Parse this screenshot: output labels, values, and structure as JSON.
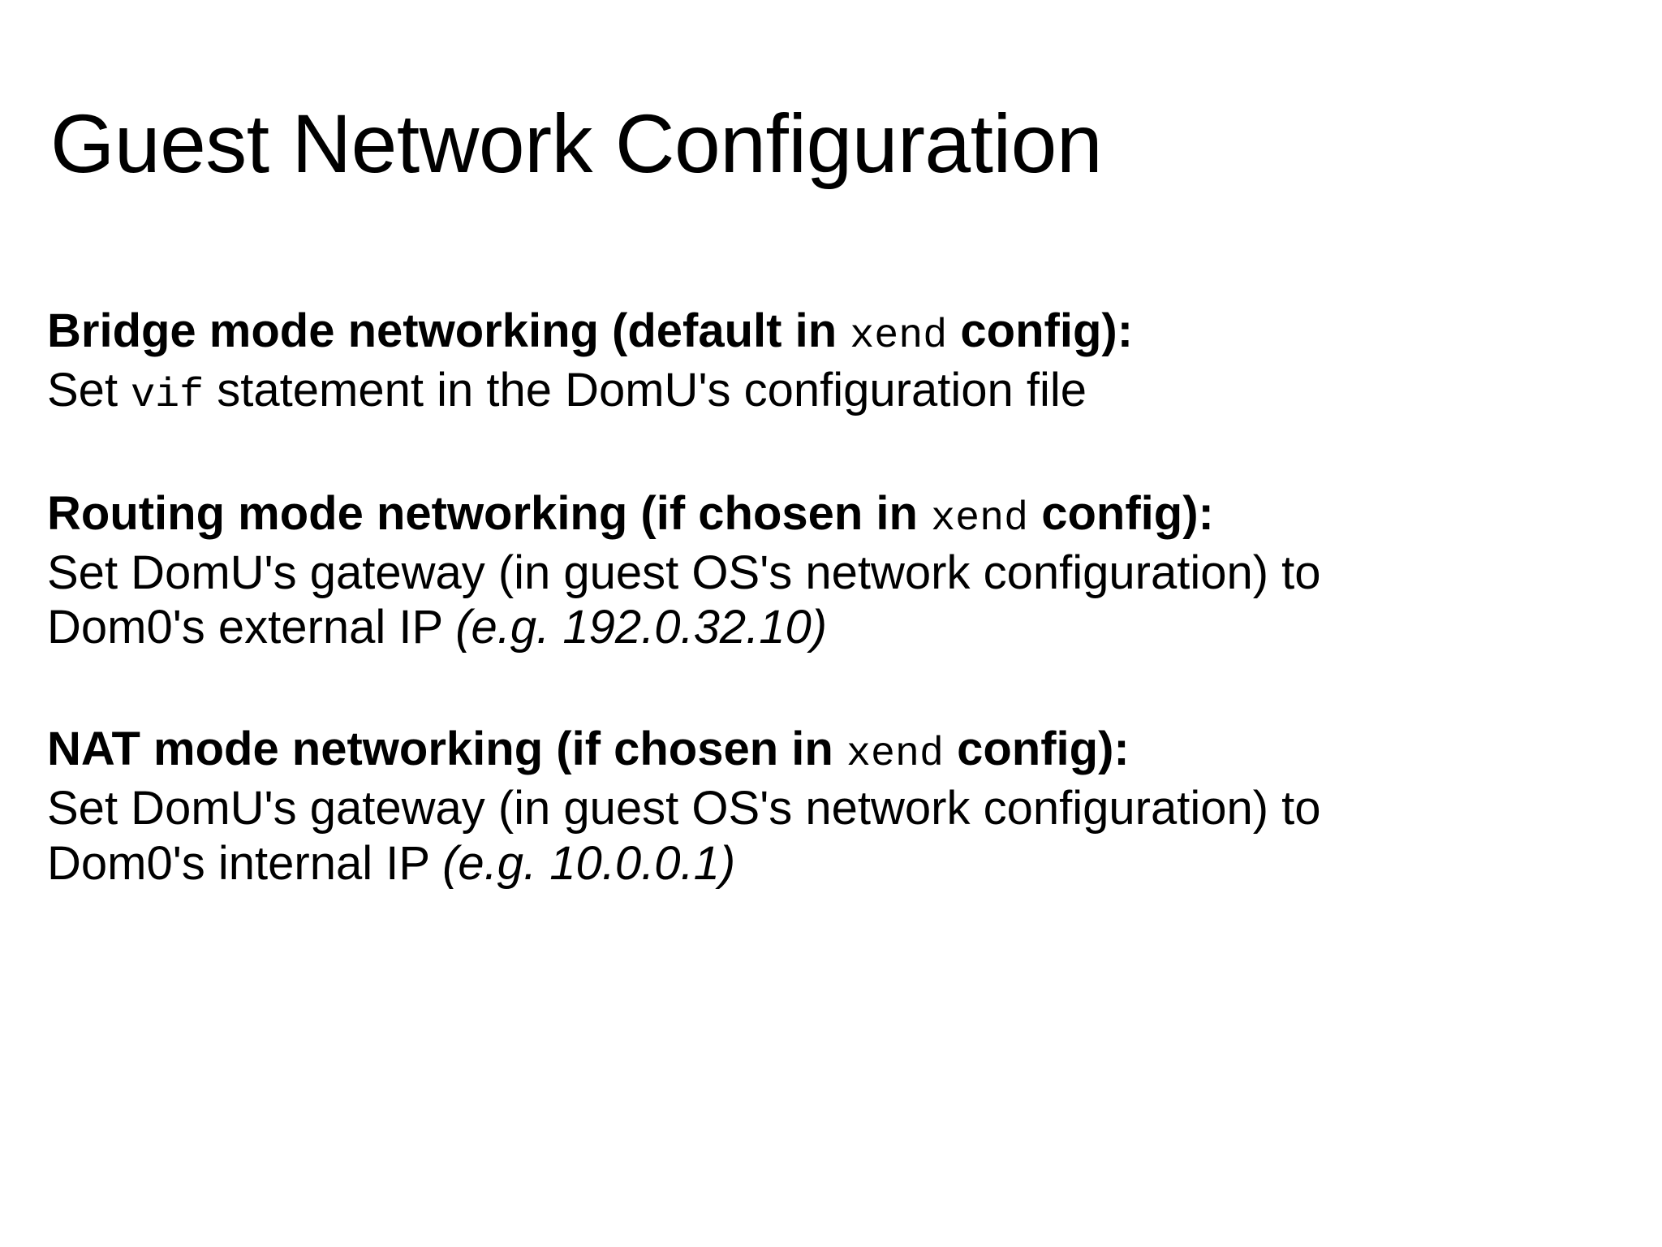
{
  "slide": {
    "title": "Guest Network Configuration",
    "background_color": "#ffffff",
    "text_color": "#000000",
    "sections": [
      {
        "id": "bridge-mode",
        "heading": {
          "before_code": "Bridge mode networking (default in ",
          "code": "xend",
          "after_code": " config):"
        },
        "body_lines": [
          {
            "before_code": "Set ",
            "code": "vif",
            "after_code": " statement in the DomU's configuration file",
            "italic": ""
          }
        ]
      },
      {
        "id": "routing-mode",
        "heading": {
          "before_code": "Routing mode networking (if chosen in ",
          "code": "xend",
          "after_code": " config):"
        },
        "body_lines": [
          {
            "before_code": "Set DomU's gateway (in guest OS's network configuration) to",
            "code": "",
            "after_code": "",
            "italic": ""
          },
          {
            "before_code": "Dom0's external IP ",
            "code": "",
            "after_code": "",
            "italic": "(e.g. 192.0.32.10)"
          }
        ]
      },
      {
        "id": "nat-mode",
        "heading": {
          "before_code": "NAT mode networking (if chosen in ",
          "code": "xend",
          "after_code": " config):"
        },
        "body_lines": [
          {
            "before_code": "Set DomU's gateway (in guest OS's network configuration) to",
            "code": "",
            "after_code": "",
            "italic": ""
          },
          {
            "before_code": "Dom0's internal IP ",
            "code": "",
            "after_code": "",
            "italic": "(e.g. 10.0.0.1)"
          }
        ]
      }
    ]
  }
}
